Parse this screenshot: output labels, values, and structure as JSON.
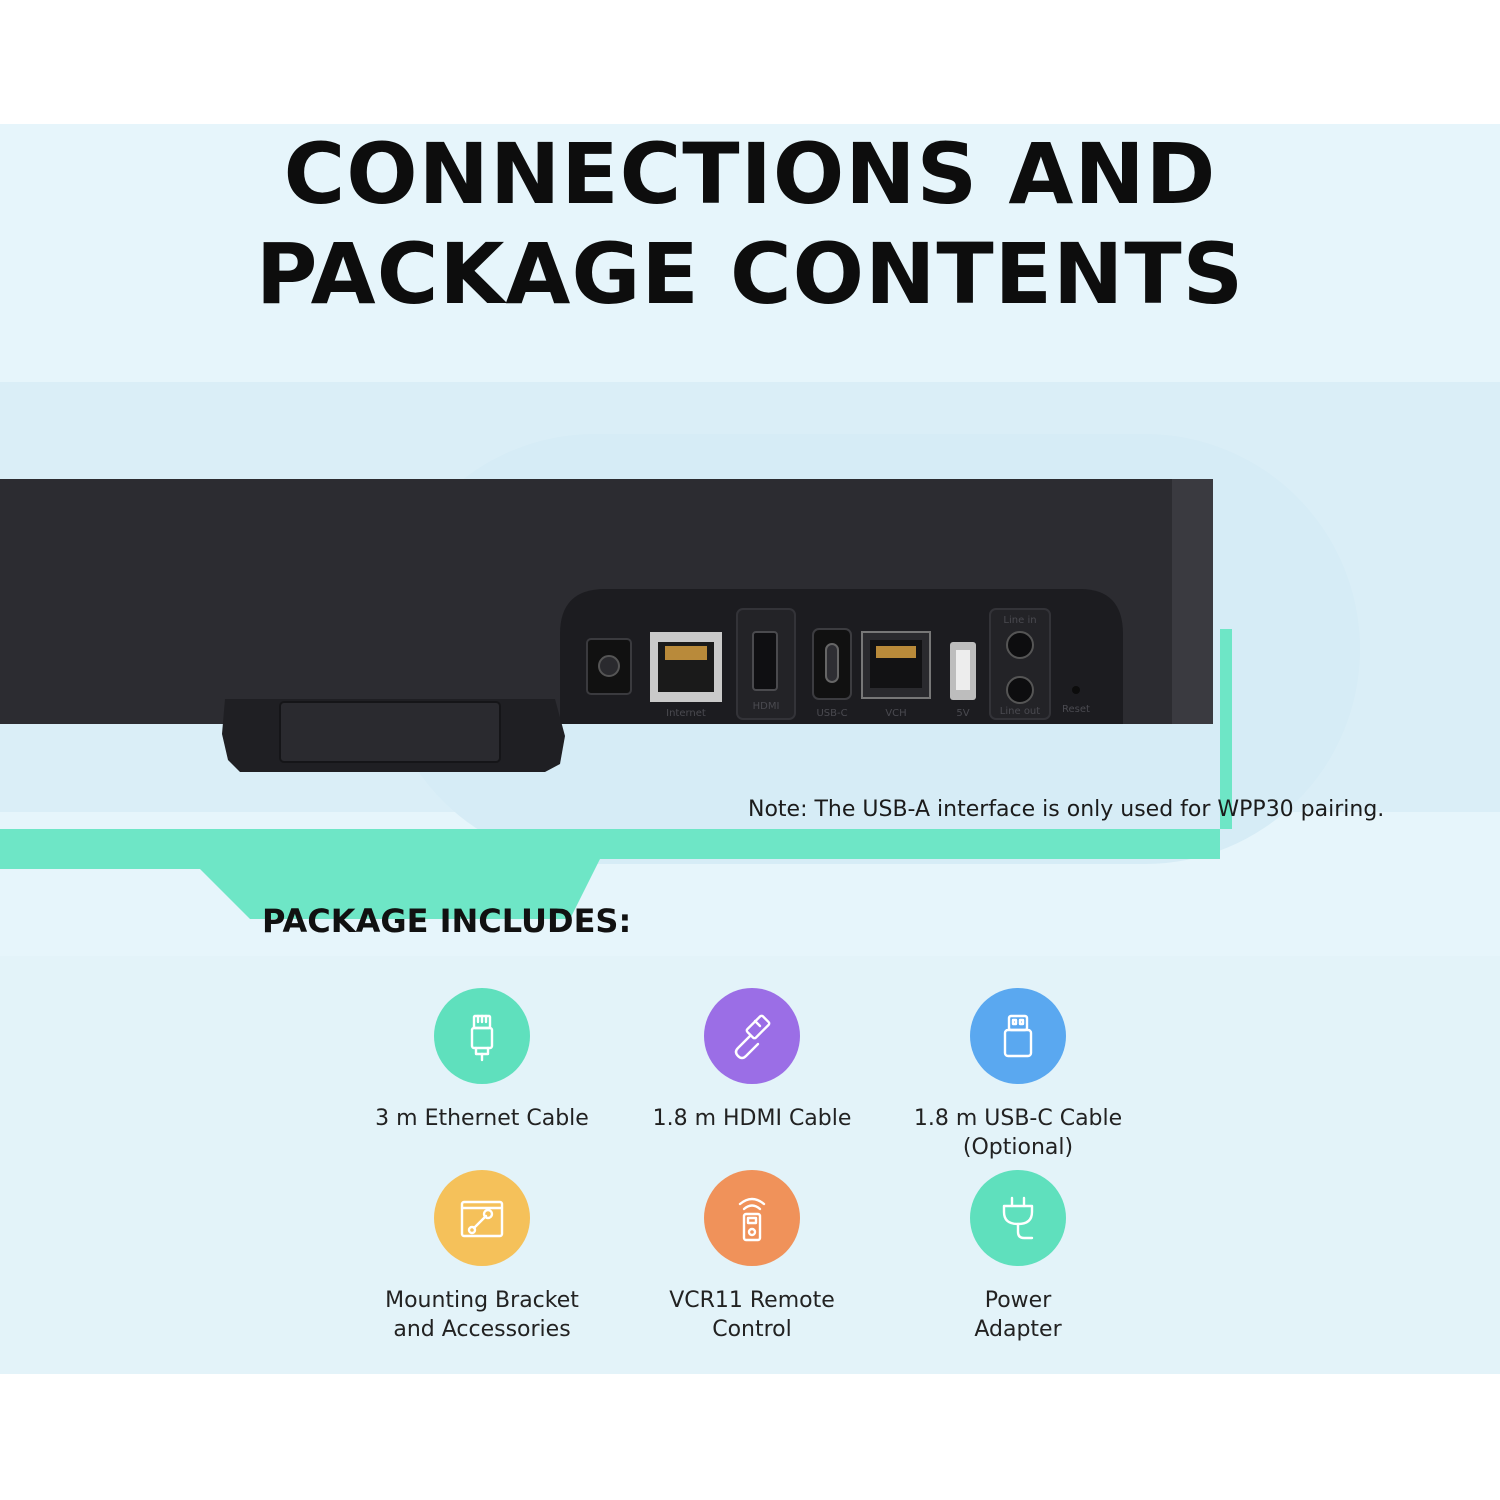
{
  "title": {
    "line1": "CONNECTIONS AND",
    "line2": "PACKAGE CONTENTS"
  },
  "device": {
    "ports": [
      "Internet",
      "HDMI",
      "USB-C",
      "VCH",
      "5V",
      "Line in",
      "Line out",
      "Reset"
    ]
  },
  "note": "Note: The USB-A interface is only used for WPP30 pairing.",
  "package": {
    "heading": "PACKAGE INCLUDES:",
    "items": [
      {
        "icon": "ethernet-cable-icon",
        "color": "#5fe0bd",
        "lines": [
          "3 m Ethernet Cable"
        ]
      },
      {
        "icon": "hdmi-cable-icon",
        "color": "#9b6ee6",
        "lines": [
          "1.8 m HDMI Cable"
        ]
      },
      {
        "icon": "usb-c-cable-icon",
        "color": "#5aa8f0",
        "lines": [
          "1.8 m USB-C Cable",
          "(Optional)"
        ]
      },
      {
        "icon": "mounting-bracket-icon",
        "color": "#f5c15a",
        "lines": [
          "Mounting Bracket",
          "and Accessories"
        ]
      },
      {
        "icon": "remote-control-icon",
        "color": "#f0925a",
        "lines": [
          "VCR11 Remote",
          "Control"
        ]
      },
      {
        "icon": "power-adapter-icon",
        "color": "#5fe0bd",
        "lines": [
          "Power",
          "Adapter"
        ]
      }
    ]
  }
}
